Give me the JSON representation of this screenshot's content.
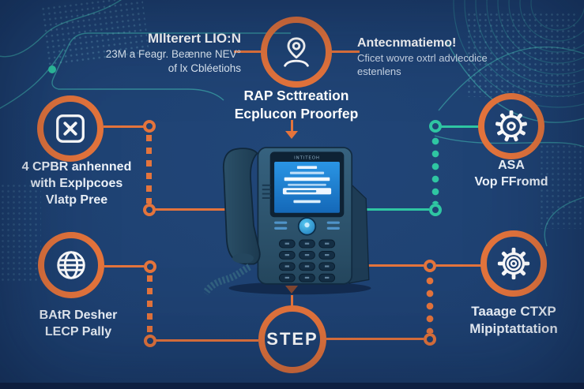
{
  "infographic": {
    "top_left_note": {
      "title": "MIlterert LIO:N",
      "line1": "23M a Feagr. Beænne NEV°",
      "line2": "of lx Cbléetiohs"
    },
    "top_right_note": {
      "title": "Antecnmatiemo!",
      "line1": "Cficet wovre oxtrl advlecdice",
      "line2": "estenlens"
    },
    "center_caption": {
      "line1": "RAP Scttreation",
      "line2": "Ecplucon Proorfep"
    },
    "nodes": {
      "top_left": {
        "icon": "x-square-icon",
        "line1": "4 CPBR anhenned",
        "line2": "with Explpcoes",
        "line3": "Vlatp Pree"
      },
      "top_right": {
        "icon": "gear-icon",
        "line1": "ASA",
        "line2": "Vop FFromd"
      },
      "bottom_left": {
        "icon": "globe-icon",
        "line1": "BAtR Desher",
        "line2": "LECP Pally"
      },
      "bottom_right": {
        "icon": "gear-ring-icon",
        "line1": "Taaage CTXP",
        "line2": "Mipiptattation"
      }
    },
    "step_badge": {
      "label": "STEP"
    },
    "phone": {
      "brand": "INTITEOH"
    },
    "colors": {
      "background": "#1d3f6f",
      "accent_orange": "#e4743c",
      "accent_teal": "#2fc6a2",
      "text": "#f4f8fd",
      "phone_screen_blue": "#1b82d8",
      "footer_bar": "#12264a"
    }
  }
}
